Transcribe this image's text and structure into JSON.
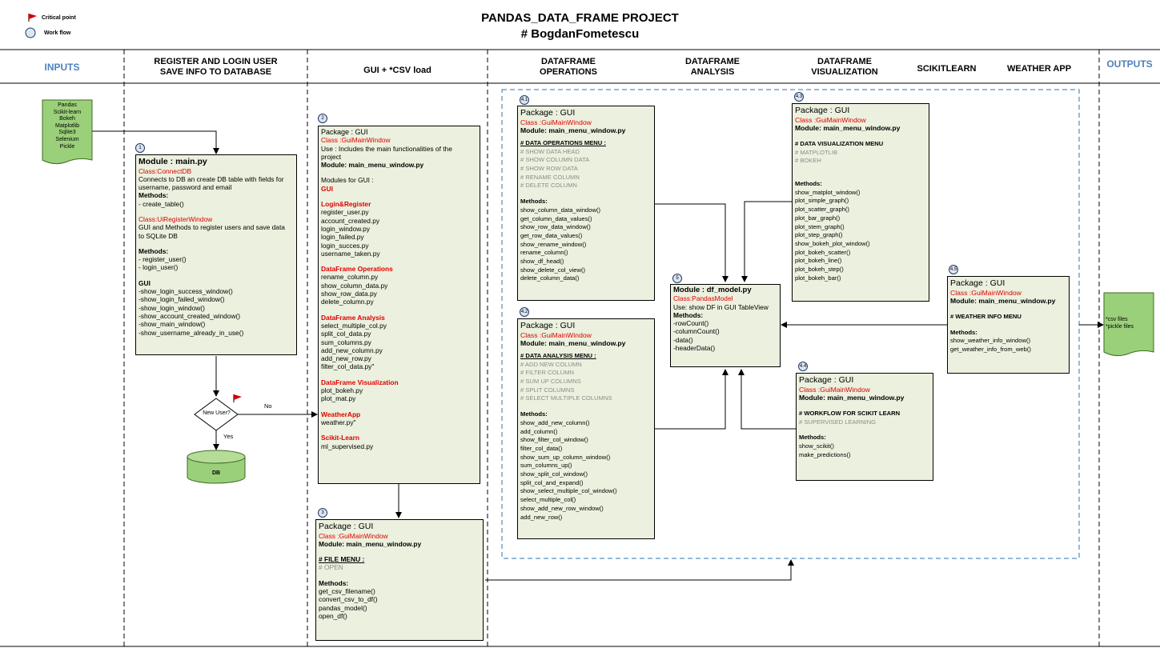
{
  "legend": {
    "critical": "Critical point",
    "workflow": "Work flow"
  },
  "title": {
    "main": "PANDAS_DATA_FRAME PROJECT",
    "sub": "# BogdanFometescu"
  },
  "columns": {
    "inputs": "INPUTS",
    "register_l1": "REGISTER AND LOGIN USER",
    "register_l2": "SAVE INFO TO DATABASE",
    "gui": "GUI + *CSV load",
    "ops_l1": "DATAFRAME",
    "ops_l2": "OPERATIONS",
    "ana_l1": "DATAFRAME",
    "ana_l2": "ANALYSIS",
    "vis_l1": "DATAFRAME",
    "vis_l2": "VISUALIZATION",
    "sk": "SCIKITLEARN",
    "weather": "WEATHER APP",
    "outputs": "OUTPUTS"
  },
  "inputs_doc": [
    "Pandas",
    "Scikit-learn",
    "Bokeh",
    "Matplotlib",
    "Sqlite3",
    "Selenium",
    "Pickle"
  ],
  "outputs_doc": [
    "*csv files",
    "*pickle files"
  ],
  "decision": {
    "label": "New User?",
    "no": "No",
    "yes": "Yes"
  },
  "db": "DB",
  "box1": {
    "num": "1",
    "module": "Module : main.py",
    "class1": "Class:ConnectDB",
    "desc1": "Connects to DB an create DB table with fields  for",
    "desc2": "username, password and email",
    "methods": "Methods:",
    "m1": "- create_table()",
    "class2": "Class:UiRegisterWindow",
    "desc3": "GUI and Methods to register users and save data",
    "desc4": "to SQLite DB",
    "methods2": "Methods:",
    "m2": "- register_user()",
    "m3": "- login_user()",
    "gui": "GUI",
    "g": [
      "-show_login_success_window()",
      "-show_login_failed_window()",
      "-show_login_window()",
      "-show_account_created_window()",
      "-show_main_window()",
      "-show_username_already_in_use()"
    ]
  },
  "box2": {
    "num": "2",
    "pkg": "Package : GUI",
    "cls": "Class :GuiMainWindow",
    "use1": "Use : Includes the main functionalities of the",
    "use2": "project",
    "module": "Module: main_menu_window.py",
    "modfor": "Modules for GUI :",
    "gui": "GUI",
    "login_h": "Login&Register",
    "login": [
      "register_user.py",
      "account_created.py",
      "login_window.py",
      "login_failed.py",
      "login_succes.py",
      "username_taken.py"
    ],
    "ops_h": "DataFrame Operations",
    "ops": [
      "rename_column.py",
      "show_column_data.py",
      "show_row_data.py",
      "delete_column.py"
    ],
    "ana_h": "DataFrame Analysis",
    "ana": [
      "select_multiple_col.py",
      "split_col_data.py",
      "sum_columns.py",
      "add_new_column.py",
      "add_new_row.py",
      "filter_col_data.py\""
    ],
    "vis_h": "DataFrame Visualization",
    "vis": [
      "plot_bokeh.py",
      "plot_mat.py"
    ],
    "wea_h": "WeatherApp",
    "wea": "weather.py\"",
    "sk_h": "Scikit-Learn",
    "sk": "ml_supervised.py"
  },
  "box3": {
    "num": "3",
    "pkg": "Package : GUI",
    "cls": "Class :GuiMainWindow",
    "module": "Module: main_menu_window.py",
    "menu": "# FILE MENU :",
    "items": [
      "# OPEN"
    ],
    "methods": "Methods:",
    "m": [
      "get_csv_filename()",
      "convert_csv_to_df()",
      "pandas_model()",
      "open_df()"
    ]
  },
  "box41": {
    "num": "4.1",
    "pkg": "Package : GUI",
    "cls": "Class :GuiMainWindow",
    "module": "Module: main_menu_window.py",
    "menu": "# DATA OPERATIONS MENU :",
    "items": [
      "# SHOW DATA HEAD",
      "# SHOW COLUMN DATA",
      "# SHOW ROW DATA",
      "# RENAME COLUMN",
      "# DELETE COLUMN"
    ],
    "methods": "Methods:",
    "m": [
      "show_column_data_window()",
      "get_column_data_values()",
      "show_row_data_window()",
      "get_row_data_values()",
      "show_rename_window()",
      "rename_column()",
      "show_df_head()",
      "show_delete_col_view()",
      "delete_column_data()"
    ]
  },
  "box42": {
    "num": "4.2",
    "pkg": "Package : GUI",
    "cls": "Class :GuiMainWindow",
    "module": "Module: main_menu_window.py",
    "menu": "# DATA ANALYSIS MENU :",
    "items": [
      "# ADD NEW COLUMN",
      "# FILTER COLUMN",
      "# SUM UP COLUMNS",
      "# SPLIT COLUMNS",
      "# SELECT MULTIPLE COLUMNS"
    ],
    "methods": "Methods:",
    "m": [
      "show_add_new_column()",
      "add_column()",
      " show_filter_col_window()",
      "filter_col_data()",
      "show_sum_up_column_window()",
      "sum_columns_up()",
      "show_split_col_window()",
      "split_col_and_expand()",
      "show_select_multiple_col_window()",
      "select_multiple_col()",
      "show_add_new_row_window()",
      "add_new_row()"
    ]
  },
  "box43": {
    "num": "4.3",
    "pkg": "Package : GUI",
    "cls": "Class :GuiMainWindow",
    "module": "Module: main_menu_window.py",
    "menu": "# DATA VISUALIZATION MENU",
    "items": [
      "# MATPLOTLIB",
      "# BOKEH"
    ],
    "methods": "Methods:",
    "m": [
      "show_matplot_window()",
      "plot_simple_graph()",
      "plot_scatter_graph()",
      "plot_bar_graph()",
      "plot_stem_graph()",
      "plot_step_graph()",
      "show_bokeh_plot_window()",
      "plot_bokeh_scatter()",
      "plot_bokeh_line()",
      "plot_bokeh_step()",
      "plot_bokeh_bar()"
    ]
  },
  "box44": {
    "num": "4.4",
    "pkg": "Package : GUI",
    "cls": "Class :GuiMainWindow",
    "module": "Module: main_menu_window.py",
    "menu": "# WORKFLOW FOR SCIKIT LEARN",
    "items": [
      "# SUPERVISED LEARNING"
    ],
    "methods": "Methods:",
    "m": [
      "show_scikit()",
      "make_predictions()"
    ]
  },
  "box45": {
    "num": "4.5",
    "pkg": "Package : GUI",
    "cls": "Class :GuiMainWindow",
    "module": "Module: main_menu_window.py",
    "menu": "# WEATHER INFO MENU",
    "methods": "Methods:",
    "m": [
      "show_weather_info_window()",
      "get_weather_info_from_web()"
    ]
  },
  "box5": {
    "num": "5",
    "module": "Module : df_model.py",
    "cls": "Class:PandasModel",
    "use": "Use: show DF in GUI TableView",
    "methods": "Methods:",
    "m": [
      "-rowCount()",
      "-columnCount()",
      "-data()",
      "-headerData()"
    ]
  }
}
